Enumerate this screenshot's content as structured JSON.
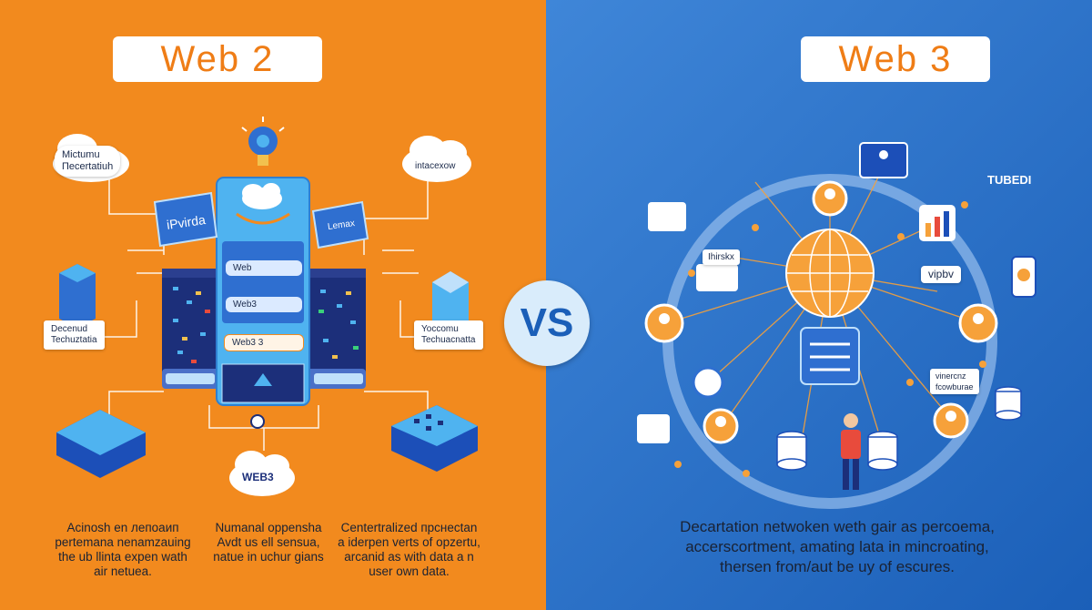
{
  "left": {
    "title": "Web 2",
    "cards": {
      "top_left_1": "Mictumu",
      "top_left_2": "Пecertatiuh",
      "top_right": "intacexow",
      "tile_left": "iPvirda",
      "tile_right": "Lemax",
      "mid_left_1": "Decenud",
      "mid_left_2": "Techuztatia",
      "mid_right_1": "Yoccomu",
      "mid_right_2": "Techuacnatta",
      "cloud_bottom": "WEB3"
    },
    "panel": {
      "item1": "Web",
      "item2": "Web3",
      "item3": "Web3 3"
    },
    "captions": {
      "c1": [
        "Acinosh en лепоаип",
        "pertemana nenamzauing",
        "the ub llinta expen wath",
        "air netuea."
      ],
      "c2": [
        "Numanal oppensha",
        "Avdt us ell sensua,",
        "natue in uchur gians"
      ],
      "c3": [
        "Centertralized пpcнectan",
        "a iderpen verts of opzertu,",
        "arcanid as with data a n",
        "user own data."
      ]
    }
  },
  "vs": "VS",
  "right": {
    "title": "Web 3",
    "labels": {
      "tubedi": "TUBEDI",
      "ihirskx": "Ihirskx",
      "vipbv": "vipbv",
      "virtercnz": "vinercnz",
      "fcowburae": "fcowburae"
    },
    "caption": [
      "Decartation netwoken weth gair as percoema,",
      "accerscortment, amating lata in mincroating,",
      "thersen from/aut be uy of escures."
    ]
  },
  "colors": {
    "orange": "#f28a1e",
    "blue": "#1b5fb8",
    "light_blue": "#4fb3f0",
    "dark_navy": "#1c2f7a"
  }
}
